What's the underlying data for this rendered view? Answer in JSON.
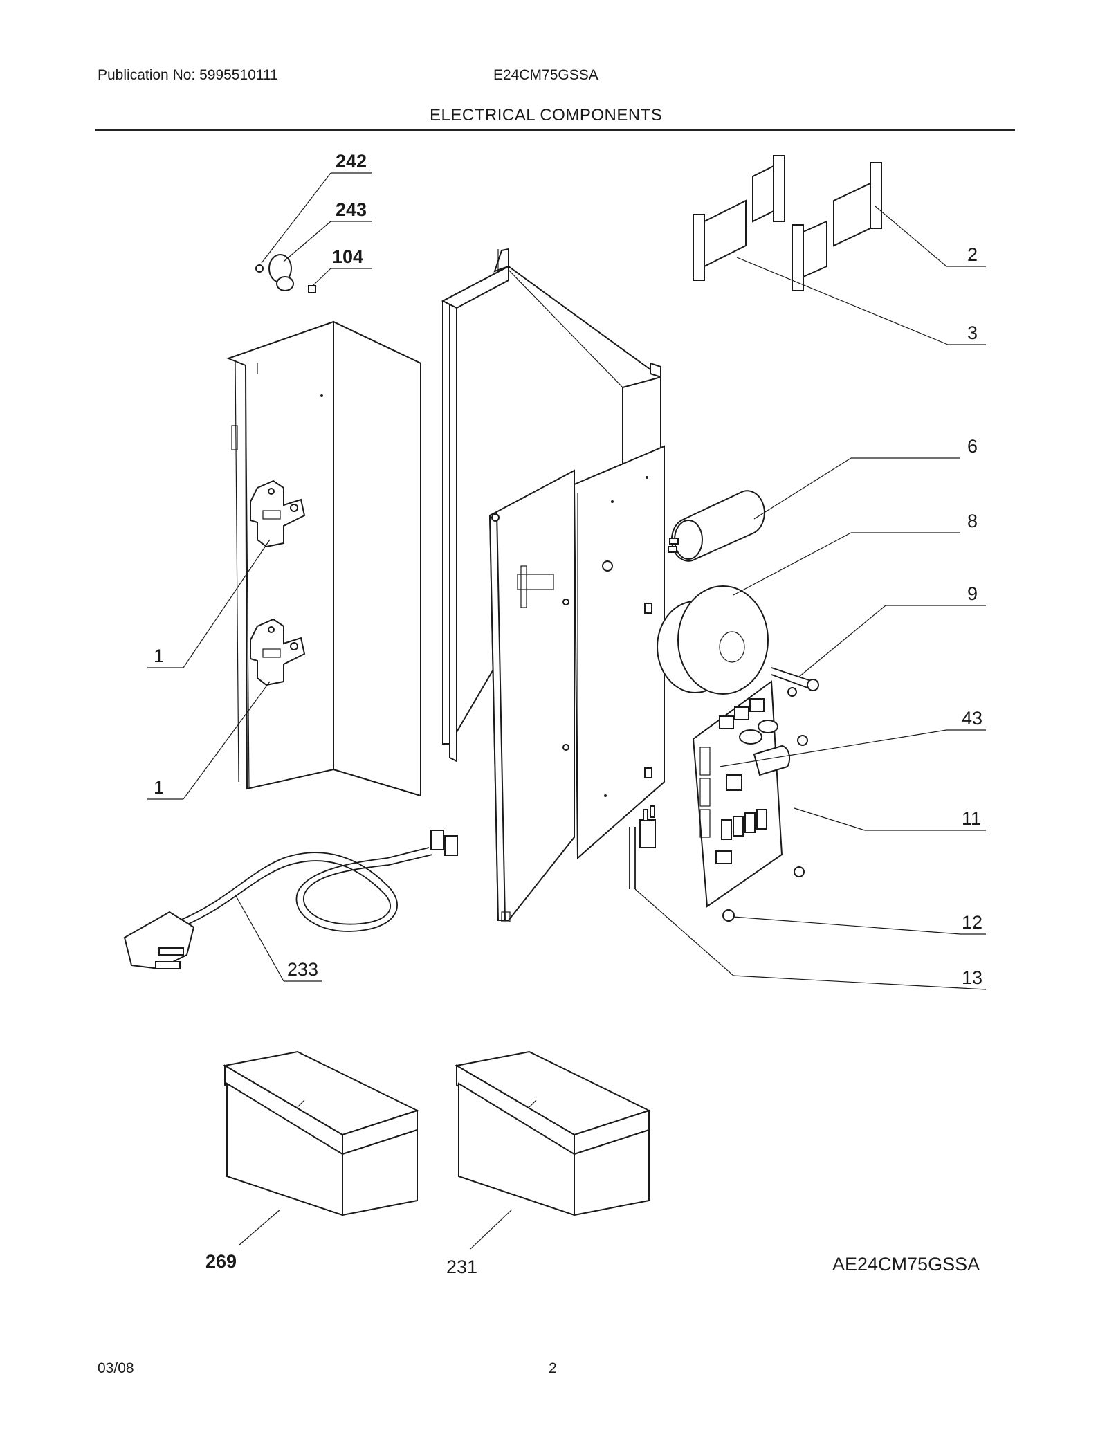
{
  "header": {
    "publication": "Publication No: 5995510111",
    "model": "E24CM75GSSA",
    "title": "ELECTRICAL COMPONENTS"
  },
  "diagram": {
    "model_code": "AE24CM75GSSA",
    "callouts": {
      "c242": "242",
      "c243": "243",
      "c104": "104",
      "c2": "2",
      "c3": "3",
      "c6": "6",
      "c8": "8",
      "c9": "9",
      "c43": "43",
      "c11": "11",
      "c1a": "1",
      "c1b": "1",
      "c12": "12",
      "c13": "13",
      "c233": "233",
      "c269": "269",
      "c231": "231"
    }
  },
  "footer": {
    "date": "03/08",
    "page": "2"
  }
}
